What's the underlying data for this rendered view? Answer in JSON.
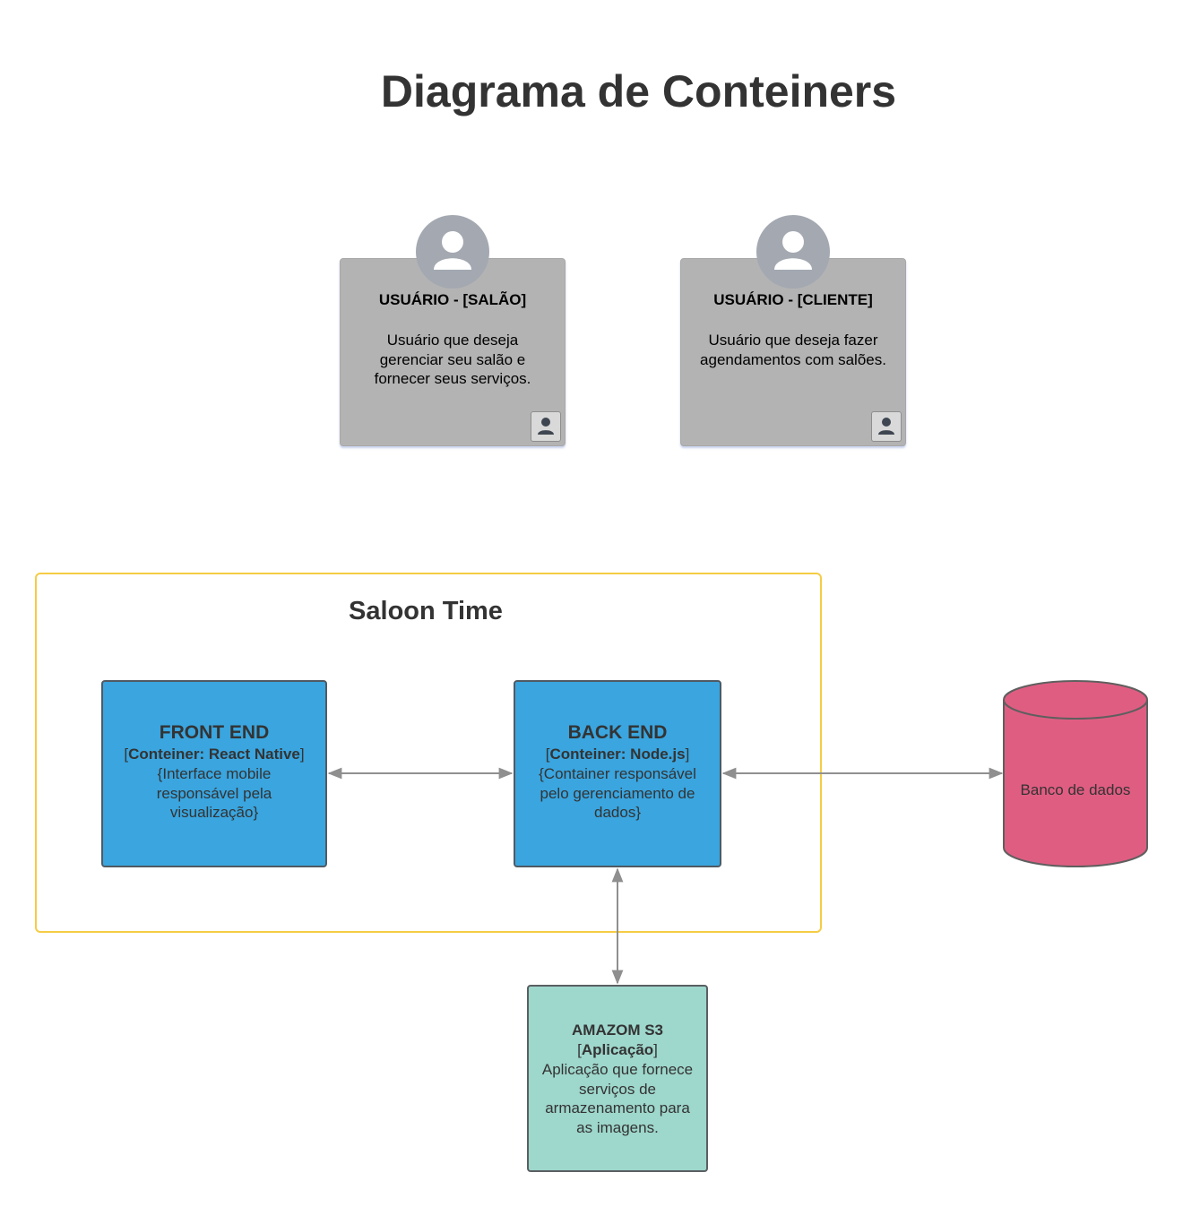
{
  "title": "Diagrama de Conteiners",
  "persons": [
    {
      "title": "USUÁRIO - [SALÃO]",
      "description": "Usuário que deseja gerenciar seu salão e fornecer seus serviços.",
      "icon": "person-icon"
    },
    {
      "title": "USUÁRIO - [CLIENTE]",
      "description": "Usuário que deseja fazer agendamentos com salões.",
      "icon": "person-icon"
    }
  ],
  "boundary": {
    "title": "Saloon Time",
    "border_color": "#f5cc45"
  },
  "containers": {
    "front_end": {
      "name": "FRONT END",
      "tech_prefix": "Conteiner: React Native",
      "description": "{Interface mobile responsável pela visualização}",
      "color": "#3aa5df"
    },
    "back_end": {
      "name": "BACK END",
      "tech_prefix": "Conteiner: Node.js",
      "description": "{Container responsável pelo gerenciamento de dados}",
      "color": "#3aa5df"
    }
  },
  "database": {
    "label": "Banco de dados",
    "color": "#e05d82"
  },
  "external_app": {
    "name": "AMAZOM S3",
    "tech": "Aplicação",
    "description": "Aplicação que fornece serviços de armazenamento para as imagens.",
    "color": "#9ed7cc"
  },
  "connections": [
    {
      "from": "front_end",
      "to": "back_end",
      "direction": "both"
    },
    {
      "from": "back_end",
      "to": "database",
      "direction": "both"
    },
    {
      "from": "back_end",
      "to": "external_app",
      "direction": "both"
    }
  ]
}
